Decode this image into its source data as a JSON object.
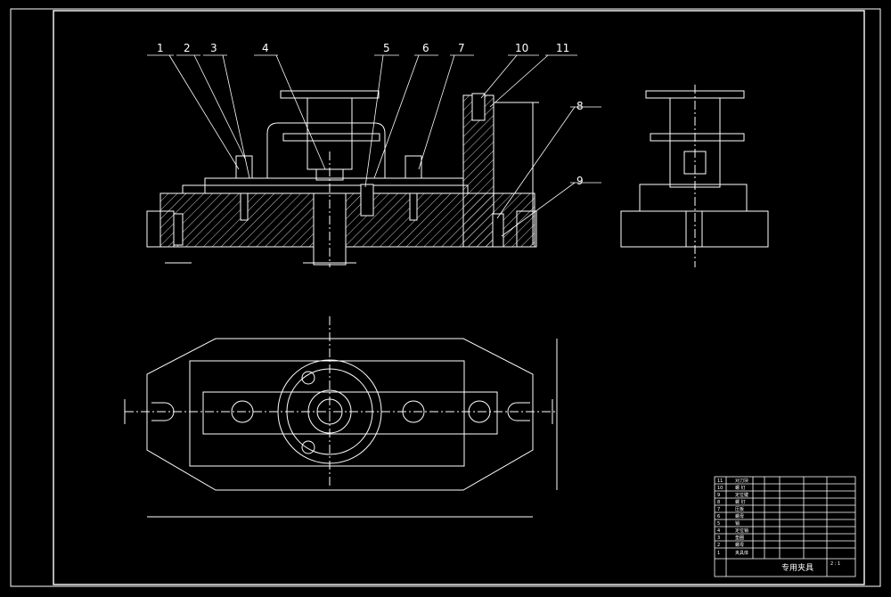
{
  "drawing": {
    "balloons": [
      "1",
      "2",
      "3",
      "4",
      "5",
      "6",
      "7",
      "8",
      "9",
      "10",
      "11"
    ],
    "title": "专用夹具",
    "sheet_scale": "2 : 1"
  },
  "title_block": {
    "rows": [
      {
        "no": "11",
        "name": "对刀块"
      },
      {
        "no": "10",
        "name": "螺 钉"
      },
      {
        "no": "9",
        "name": "定位键"
      },
      {
        "no": "8",
        "name": "螺 钉"
      },
      {
        "no": "7",
        "name": "压板"
      },
      {
        "no": "6",
        "name": "螺母"
      },
      {
        "no": "5",
        "name": "销"
      },
      {
        "no": "4",
        "name": "定位销"
      },
      {
        "no": "3",
        "name": "垫圈"
      },
      {
        "no": "2",
        "name": "螺母"
      },
      {
        "no": "1",
        "name": "夹具体"
      }
    ]
  },
  "colors": {
    "background": "#000000",
    "line": "#ffffff"
  }
}
